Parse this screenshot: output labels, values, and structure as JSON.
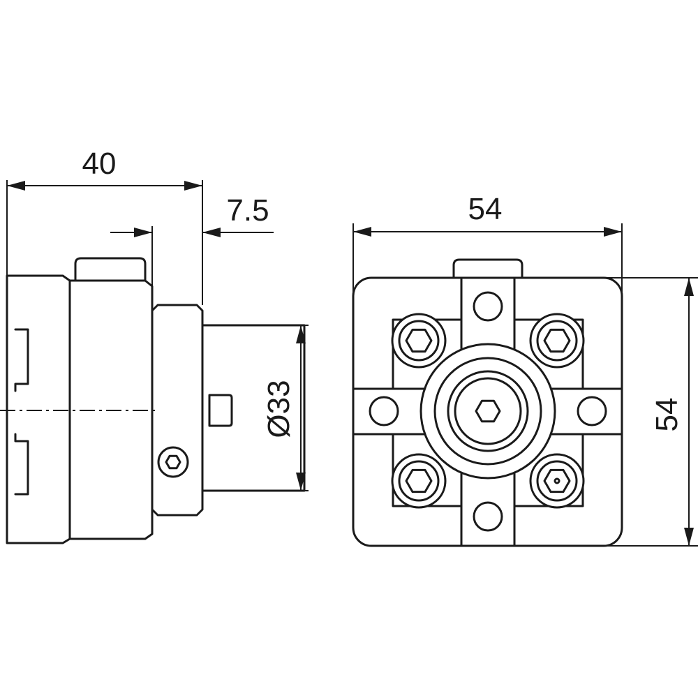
{
  "dimensions": {
    "side_length": "40",
    "side_offset": "7.5",
    "side_diameter": "Ø33",
    "front_width": "54",
    "front_height": "54"
  }
}
